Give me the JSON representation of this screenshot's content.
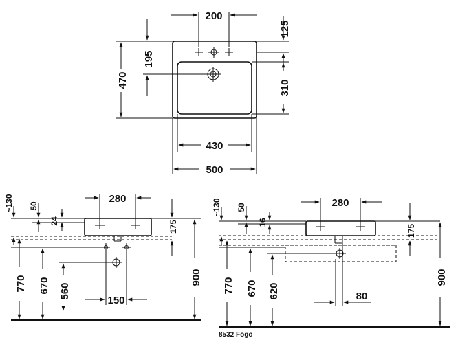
{
  "top_view": {
    "dims": {
      "tap_spacing": "200",
      "back_edge_to_tap": "125",
      "depth_to_tap": "195",
      "total_depth": "470",
      "bowl_depth": "310",
      "bowl_width": "430",
      "total_width": "500"
    }
  },
  "left_elevation": {
    "dims": {
      "tilde130": "~130",
      "fifty": "50",
      "twentyfour": "24",
      "twoeighty": "280",
      "oneseventyfive": "175",
      "seventy": "770",
      "sixseventy": "670",
      "fivesixty": "560",
      "onefifty": "150",
      "ninehundred": "900"
    }
  },
  "right_elevation": {
    "dims": {
      "tilde130": "~130",
      "fifty": "50",
      "sixteen": "16",
      "twoeighty": "280",
      "oneseventyfive": "175",
      "seventy": "770",
      "sixseventy": "670",
      "sixtwenty": "620",
      "eighty": "80",
      "ninehundred": "900"
    },
    "caption": "8532 Fogo"
  }
}
